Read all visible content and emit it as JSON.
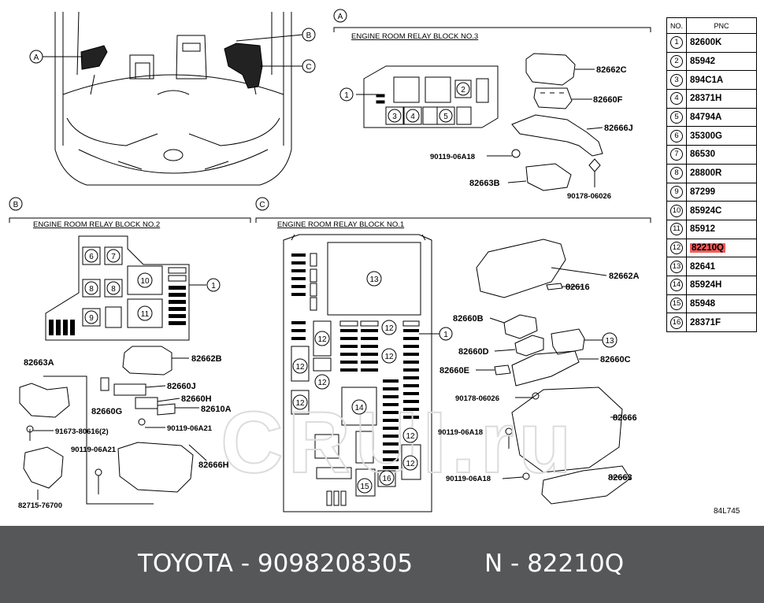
{
  "sections": {
    "a": {
      "letter": "A",
      "title": "ENGINE ROOM RELAY BLOCK NO.3"
    },
    "b": {
      "letter": "B",
      "title": "ENGINE ROOM RELAY BLOCK NO.2"
    },
    "c": {
      "letter": "C",
      "title": "ENGINE ROOM RELAY BLOCK NO.1"
    }
  },
  "part_labels": {
    "p82662C": "82662C",
    "p82660F": "82660F",
    "p82666J": "82666J",
    "p90119_a": "90119-06A18",
    "p82663B": "82663B",
    "p90178_a": "90178-06026",
    "p82663A": "82663A",
    "p82662B": "82662B",
    "p82660J": "82660J",
    "p82660G": "82660G",
    "p82660H": "82660H",
    "p82610A": "82610A",
    "p91673": "91673-80616(2)",
    "p90119_b": "90119-06A21",
    "p90119_c": "90119-06A21",
    "p82666H": "82666H",
    "p82715": "82715-76700",
    "p82662A": "82662A",
    "p82616": "82616",
    "p82660B": "82660B",
    "p82660D": "82660D",
    "p82660C": "82660C",
    "p82660E": "82660E",
    "p90178_b": "90178-06026",
    "p82666": "82666",
    "p90119_d": "90119-06A18",
    "p90119_e": "90119-06A18",
    "p82663": "82663"
  },
  "figure_code": "84L745",
  "watermark": "CRUI.ru",
  "pnc_table": {
    "header_no": "NO.",
    "header_pnc": "PNC",
    "rows": [
      {
        "no": "1",
        "pnc": "82600K"
      },
      {
        "no": "2",
        "pnc": "85942"
      },
      {
        "no": "3",
        "pnc": "894C1A"
      },
      {
        "no": "4",
        "pnc": "28371H"
      },
      {
        "no": "5",
        "pnc": "84794A"
      },
      {
        "no": "6",
        "pnc": "35300G"
      },
      {
        "no": "7",
        "pnc": "86530"
      },
      {
        "no": "8",
        "pnc": "28800R"
      },
      {
        "no": "9",
        "pnc": "87299"
      },
      {
        "no": "10",
        "pnc": "85924C"
      },
      {
        "no": "11",
        "pnc": "85912"
      },
      {
        "no": "12",
        "pnc": "82210Q",
        "highlight": true
      },
      {
        "no": "13",
        "pnc": "82641"
      },
      {
        "no": "14",
        "pnc": "85924H"
      },
      {
        "no": "15",
        "pnc": "85948"
      },
      {
        "no": "16",
        "pnc": "28371F"
      }
    ]
  },
  "footer": {
    "brand_part": "TOYOTA - 9098208305",
    "pnc_part": "N - 82210Q"
  },
  "colors": {
    "highlight": "#f25c5c",
    "footer_bg": "#555759"
  }
}
